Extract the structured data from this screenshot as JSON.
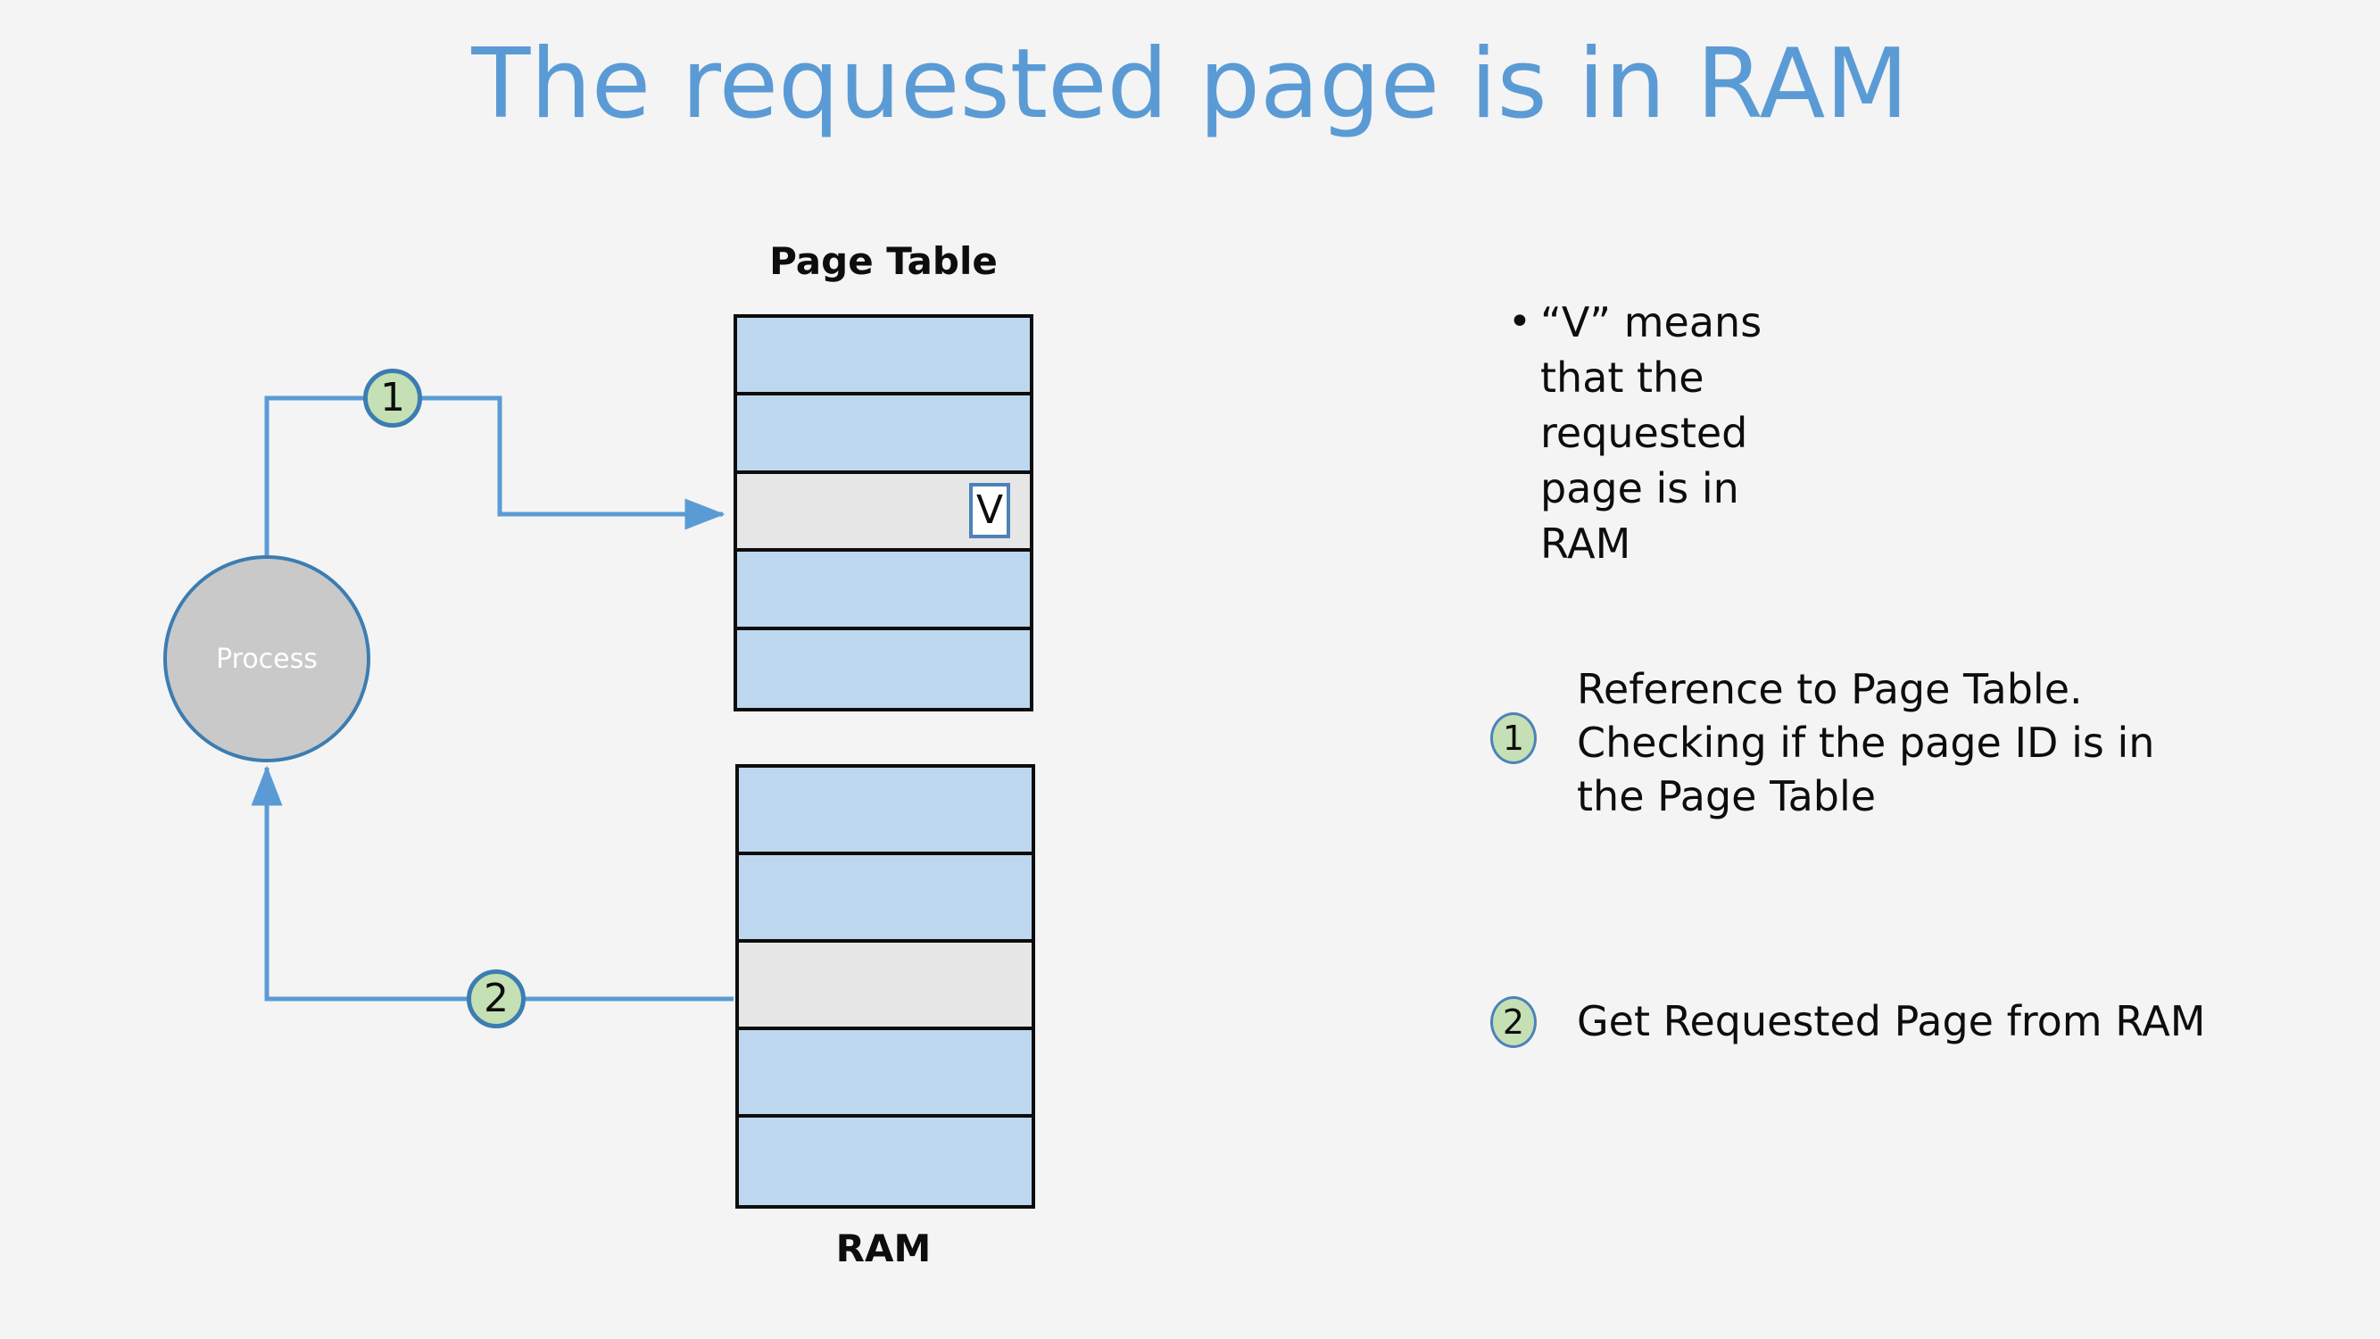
{
  "slide": {
    "title": "The requested page is in RAM",
    "background_color": "#f4f4f4",
    "title_color": "#5b9bd5"
  },
  "diagram": {
    "process_node": {
      "label": "Process",
      "fill_color": "#c9c9c9",
      "border_color": "#3c7db1",
      "text_color": "#ffffff"
    },
    "page_table": {
      "label": "Page Table",
      "row_fill_color": "#bdd7ee",
      "highlight_fill_color": "#e7e6e6",
      "border_color": "#0d0d0d",
      "rows": [
        {
          "highlighted": false,
          "flag": ""
        },
        {
          "highlighted": false,
          "flag": ""
        },
        {
          "highlighted": true,
          "flag": "V"
        },
        {
          "highlighted": false,
          "flag": ""
        },
        {
          "highlighted": false,
          "flag": ""
        }
      ]
    },
    "ram": {
      "label": "RAM",
      "row_fill_color": "#bdd7ee",
      "highlight_fill_color": "#e7e6e6",
      "border_color": "#0d0d0d",
      "rows": [
        {
          "highlighted": false
        },
        {
          "highlighted": false
        },
        {
          "highlighted": true
        },
        {
          "highlighted": false
        },
        {
          "highlighted": false
        }
      ]
    },
    "flag_box": {
      "value": "V",
      "fill_color": "#ffffff",
      "border_color": "#4d82b8"
    },
    "connector_color": "#5b9bd5",
    "step_markers": [
      {
        "number": "1",
        "fill_color": "#c5e0b4",
        "border_color": "#3c7db1"
      },
      {
        "number": "2",
        "fill_color": "#c5e0b4",
        "border_color": "#3c7db1"
      }
    ]
  },
  "content": {
    "bullets": [
      {
        "marker": "•",
        "text": "“V” means that the requested page is in RAM"
      }
    ],
    "legend": [
      {
        "number": "1",
        "text": "Reference to Page Table. Checking if the page ID is in the Page Table"
      },
      {
        "number": "2",
        "text": "Get Requested Page from RAM"
      }
    ]
  }
}
